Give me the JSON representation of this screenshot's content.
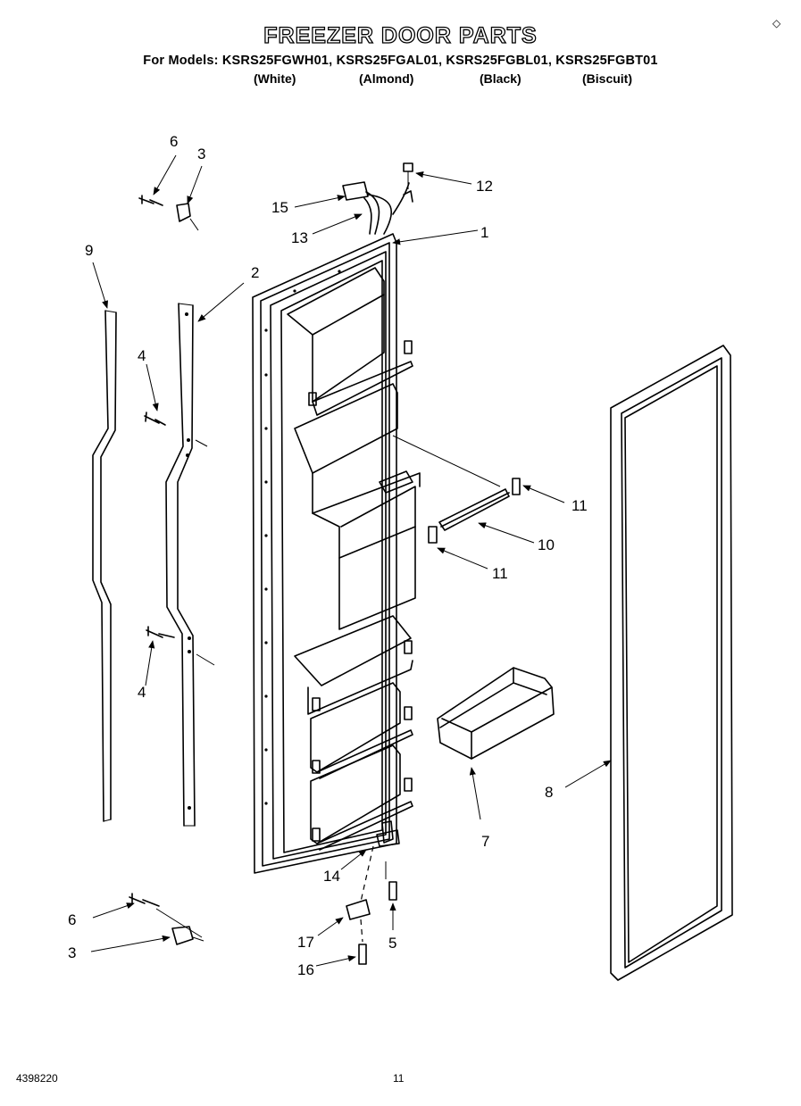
{
  "header": {
    "title": "FREEZER DOOR PARTS",
    "models": "For Models: KSRS25FGWH01, KSRS25FGAL01, KSRS25FGBL01, KSRS25FGBT01",
    "colors": [
      "(White)",
      "(Almond)",
      "(Black)",
      "(Biscuit)"
    ]
  },
  "corner_mark": "◇",
  "footer": {
    "code": "4398220",
    "page": "11"
  },
  "callouts": [
    "1",
    "2",
    "3",
    "3",
    "4",
    "4",
    "5",
    "6",
    "6",
    "7",
    "8",
    "9",
    "10",
    "11",
    "11",
    "12",
    "13",
    "14",
    "15",
    "16",
    "17"
  ]
}
